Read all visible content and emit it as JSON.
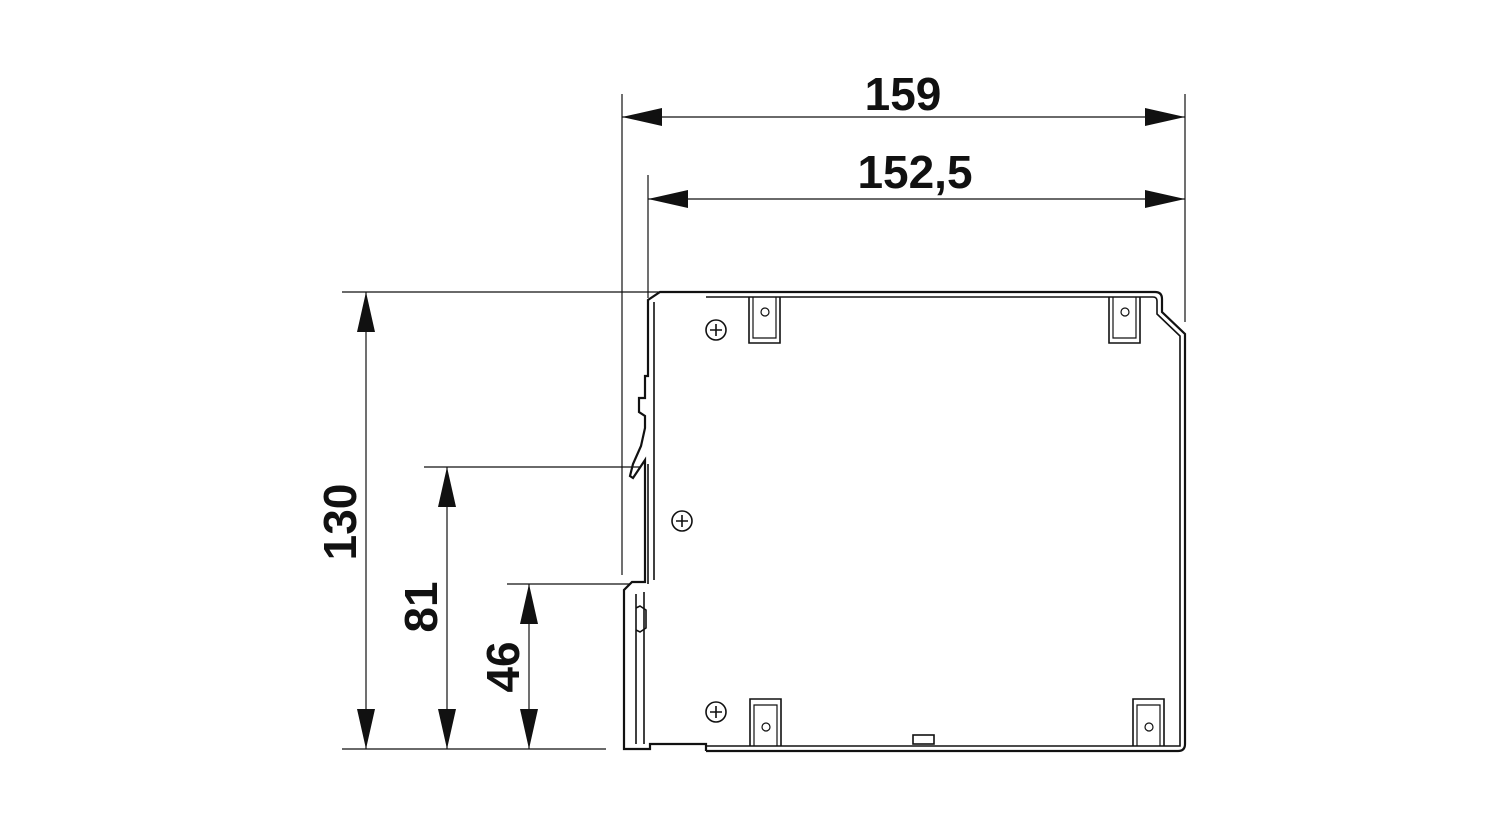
{
  "dimensions": {
    "overall_width": "159",
    "body_width": "152,5",
    "overall_height": "130",
    "rail_height": "81",
    "lower_height": "46"
  },
  "colors": {
    "line": "#111111",
    "background": "#ffffff"
  }
}
